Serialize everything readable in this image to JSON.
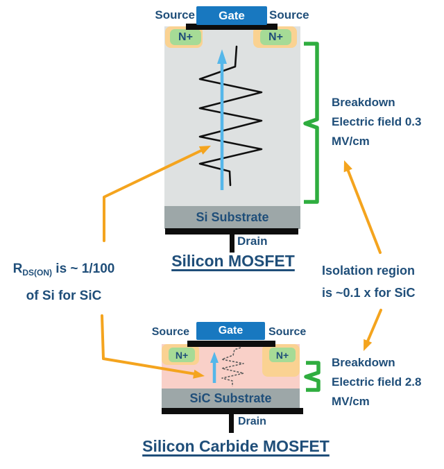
{
  "si_mosfet": {
    "title": "Silicon MOSFET",
    "gate_label": "Gate",
    "source_left_label": "Source",
    "source_right_label": "Source",
    "nplus_left_label": "N+",
    "nplus_right_label": "N+",
    "substrate_label": "Si Substrate",
    "drain_label": "Drain",
    "breakdown_lines": [
      "Breakdown",
      "Electric field 0.3",
      "MV/cm"
    ]
  },
  "sic_mosfet": {
    "title": "Silicon Carbide MOSFET",
    "gate_label": "Gate",
    "source_left_label": "Source",
    "source_right_label": "Source",
    "nplus_left_label": "N+",
    "nplus_right_label": "N+",
    "substrate_label": "SiC Substrate",
    "drain_label": "Drain",
    "breakdown_lines": [
      "Breakdown",
      "Electric field 2.8",
      "MV/cm"
    ]
  },
  "annotations": {
    "rdson": {
      "r": "R",
      "subscript": "DS(ON)",
      "rest": " is ~ 1/100",
      "line2": "of Si for SiC"
    },
    "isolation": {
      "line1": "Isolation region",
      "line2": "is ~0.1 x for SiC"
    }
  },
  "colors": {
    "text_blue": "#1F4E79",
    "gate_blue": "#1878C0",
    "body_gray": "#DEE1E1",
    "substrate_gray": "#9DA7A8",
    "well_orange": "#FAD292",
    "nplus_green": "#A6DB96",
    "drift_pink": "#F9D0C8",
    "arrow_orange": "#F4A41E",
    "bracket_green": "#2FAD3F",
    "field_arrow_blue": "#55B7EA",
    "contact_black": "#0D0D0D"
  }
}
